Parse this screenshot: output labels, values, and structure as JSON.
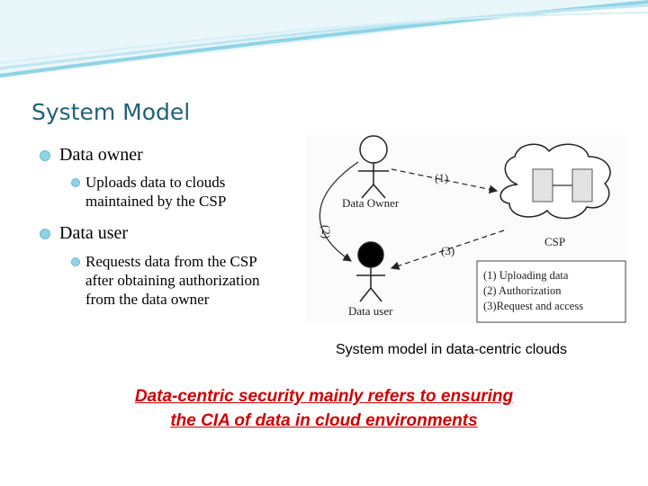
{
  "slide": {
    "title": "System Model",
    "bullets": [
      {
        "label": "Data owner",
        "sub": [
          "Uploads data to clouds",
          "maintained by the CSP"
        ]
      },
      {
        "label": "Data user",
        "sub": [
          "Requests data from the CSP",
          "after obtaining authorization",
          "from the data owner"
        ]
      }
    ]
  },
  "diagram": {
    "owner_label": "Data Owner",
    "user_label": "Data user",
    "csp_label": "CSP",
    "arrow_1": "(1)",
    "arrow_2": "(2)",
    "arrow_3": "(3)",
    "legend": [
      "(1) Uploading data",
      "(2) Authorization",
      "(3)Request and access"
    ],
    "caption": "System model in data-centric clouds"
  },
  "footer": {
    "line1": "Data-centric security mainly refers to ensuring",
    "line2": "the CIA of data in cloud environments"
  },
  "colors": {
    "title": "#1f5f7a",
    "highlight": "#d00000",
    "bullet": "#8fd3e6"
  }
}
